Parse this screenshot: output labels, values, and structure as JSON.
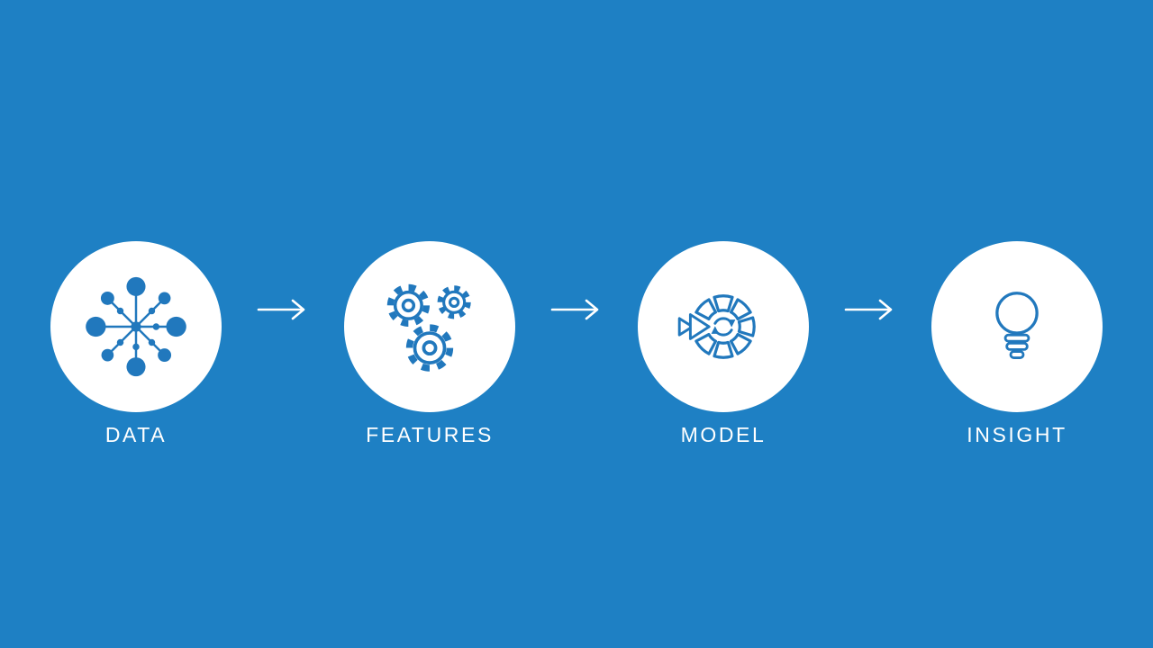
{
  "diagram": {
    "type": "process-flow",
    "direction": "left-to-right"
  },
  "colors": {
    "background": "#1e80c4",
    "circle": "#ffffff",
    "icon": "#2178bd",
    "arrow": "#ffffff",
    "label": "#ffffff"
  },
  "steps": [
    {
      "label": "DATA",
      "icon": "data-network-icon"
    },
    {
      "label": "FEATURES",
      "icon": "gears-icon"
    },
    {
      "label": "MODEL",
      "icon": "model-process-icon"
    },
    {
      "label": "INSIGHT",
      "icon": "lightbulb-icon"
    }
  ],
  "connector": {
    "icon": "right-arrow-icon"
  }
}
